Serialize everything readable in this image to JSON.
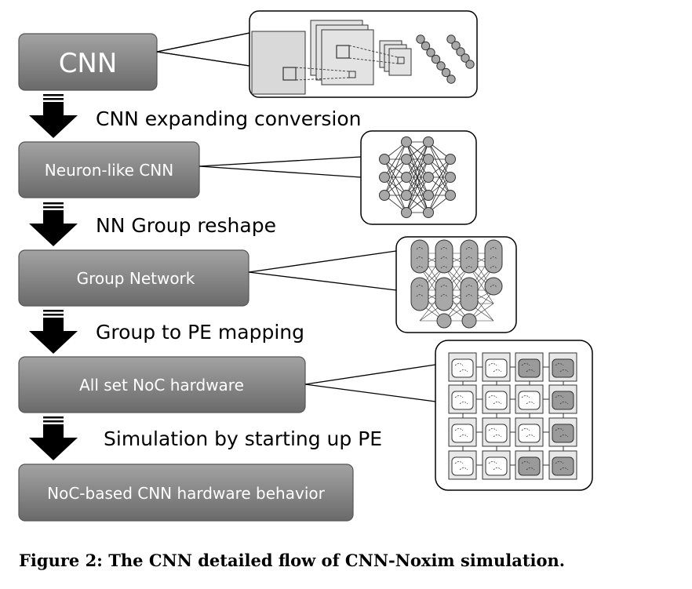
{
  "flow": {
    "stages": [
      {
        "label": "CNN"
      },
      {
        "label": "Neuron-like CNN"
      },
      {
        "label": "Group Network"
      },
      {
        "label": "All set NoC hardware"
      },
      {
        "label": "NoC-based CNN hardware behavior"
      }
    ],
    "transitions": [
      {
        "label": "CNN expanding conversion"
      },
      {
        "label": "NN Group reshape"
      },
      {
        "label": "Group to PE mapping"
      },
      {
        "label": "Simulation by starting up PE"
      }
    ]
  },
  "callouts": [
    {
      "depicts": "convolutional layers with feature maps and fully connected neurons"
    },
    {
      "depicts": "fully connected neuron layers"
    },
    {
      "depicts": "neuron groups"
    },
    {
      "depicts": "4x4 mesh of processing elements"
    }
  ],
  "colors": {
    "box_fill_top": "#9a9a9a",
    "box_fill_bottom": "#6e6e6e",
    "box_stroke": "#555555",
    "arrow": "#000000",
    "neuron": "#a8a8a8",
    "pe_light": "#ffffff",
    "pe_dark": "#9a9a9a"
  },
  "caption": "Figure 2: The CNN detailed flow of CNN-Noxim simulation."
}
